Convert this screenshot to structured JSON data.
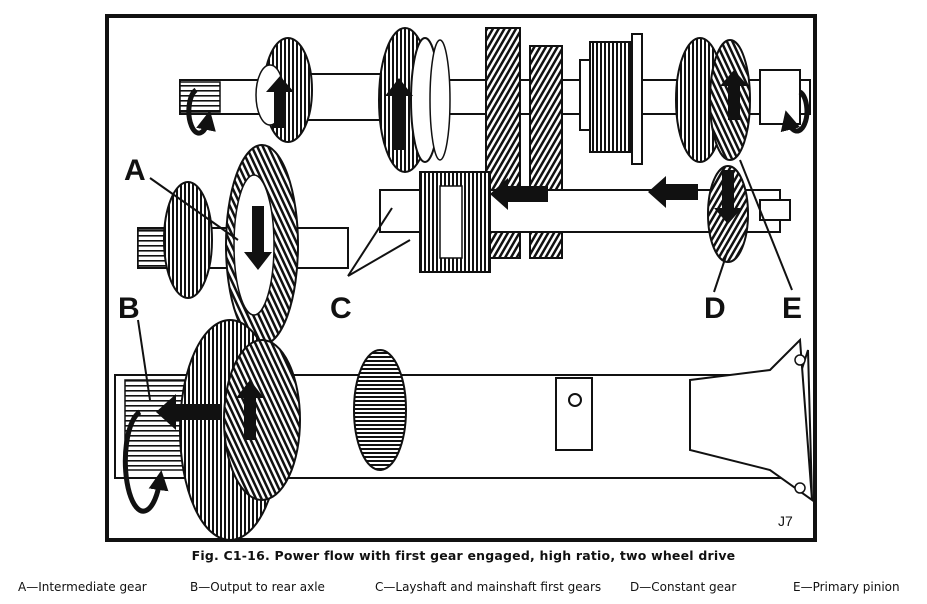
{
  "figure": {
    "plate_id": "J7",
    "labels": {
      "a": "A",
      "b": "B",
      "c": "C",
      "d": "D",
      "e": "E"
    }
  },
  "caption": "Fig. C1-16.  Power flow with first gear engaged, high ratio, two wheel drive",
  "legend": [
    "A—Intermediate gear",
    "B—Output to rear axle",
    "C—Layshaft and mainshaft first gears",
    "D—Constant gear",
    "E—Primary pinion"
  ]
}
